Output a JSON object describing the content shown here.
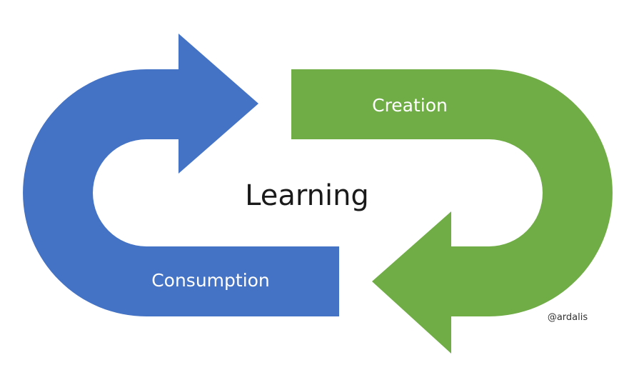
{
  "diagram": {
    "center_label": "Learning",
    "consumption": {
      "label": "Consumption",
      "color": "#4472c4"
    },
    "creation": {
      "label": "Creation",
      "color": "#70ad47"
    },
    "credit": "@ardalis"
  }
}
